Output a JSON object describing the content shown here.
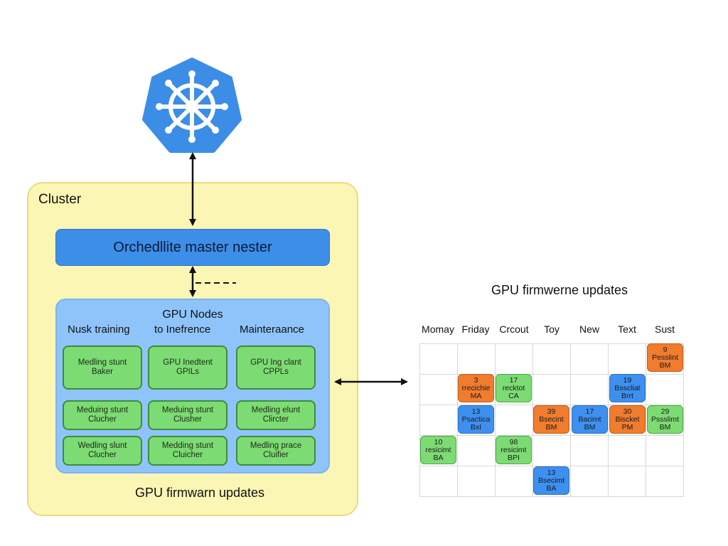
{
  "cluster": {
    "label": "Cluster",
    "master": "Orchedllite master nester",
    "gpu_nodes": {
      "title": "GPU Nodes",
      "columns": [
        "Nusk training",
        "to Inefrence",
        "Mainteraance"
      ],
      "nodes": [
        [
          "Medling stunt",
          "Baker"
        ],
        [
          "GPU Inedtent",
          "GPILs"
        ],
        [
          "GPU Ing clant",
          "CPPLs"
        ],
        [
          "Meduing stunt",
          "Clucher"
        ],
        [
          "Meduing stunt",
          "Clusher"
        ],
        [
          "Medling elunt",
          "Clircter"
        ],
        [
          "Wedling slunt",
          "Clucher"
        ],
        [
          "Medding stunt",
          "Cluicher"
        ],
        [
          "Medling prace",
          "Cluifier"
        ]
      ]
    },
    "footer": "GPU firmwarn updates"
  },
  "calendar": {
    "title": "GPU firmwerne updates",
    "days": [
      "Momay",
      "Friday",
      "Crcout",
      "Toy",
      "New",
      "Text",
      "Sust"
    ],
    "events": [
      {
        "color": "orange",
        "lines": [
          "9",
          "Pesslint",
          "BM"
        ]
      },
      {
        "color": "orange",
        "lines": [
          "3",
          "rrecichie",
          "MA"
        ]
      },
      {
        "color": "green",
        "lines": [
          "17",
          "recktot",
          "CA"
        ]
      },
      {
        "color": "blue",
        "lines": [
          "19",
          "Bsscliat",
          "Brrt"
        ]
      },
      {
        "color": "blue",
        "lines": [
          "13",
          "Psactica",
          "BxI"
        ]
      },
      {
        "color": "orange",
        "lines": [
          "39",
          "Bsecint",
          "BM"
        ]
      },
      {
        "color": "blue",
        "lines": [
          "17",
          "Bacimt",
          "BM"
        ]
      },
      {
        "color": "orange",
        "lines": [
          "30",
          "Biscket",
          "PM"
        ]
      },
      {
        "color": "green",
        "lines": [
          "29",
          "Pssslimt",
          "BM"
        ]
      },
      {
        "color": "green",
        "lines": [
          "10",
          "resicimt",
          "BA"
        ]
      },
      {
        "color": "green",
        "lines": [
          "98",
          "resicimt",
          "BPI"
        ]
      },
      {
        "color": "blue",
        "lines": [
          "13",
          "Bsecimt",
          "BA"
        ]
      }
    ]
  },
  "icons": {
    "logo": "kubernetes-helm-wheel-icon"
  },
  "colors": {
    "cluster_bg": "#fbf6b4",
    "master_bg": "#3d8ee8",
    "nodes_bg": "#8fc4fb",
    "node_green": "#7ddb74",
    "event_orange": "#f07c2e",
    "event_blue": "#3d90ef",
    "logo_blue": "#3c8de6"
  }
}
